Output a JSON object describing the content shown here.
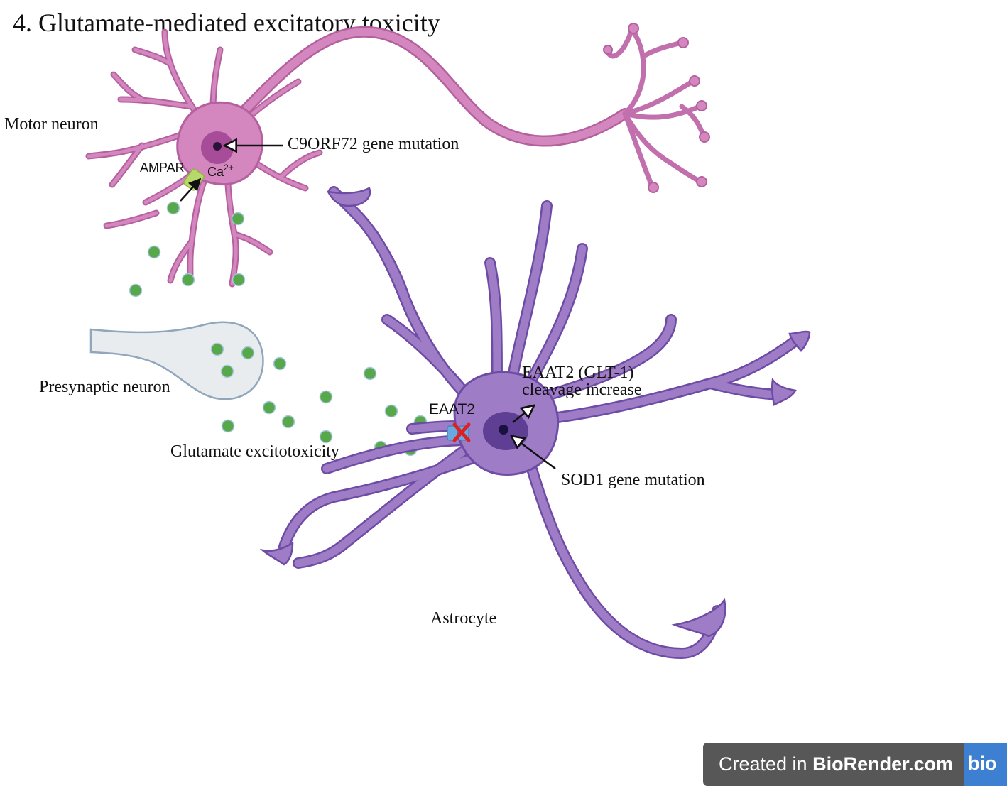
{
  "title": "4. Glutamate-mediated excitatory toxicity",
  "labels": {
    "motor_neuron": "Motor neuron",
    "c9orf72": "C9ORF72 gene mutation",
    "ampar": "AMPAR",
    "ca_base": "Ca",
    "ca_sup": "2+",
    "presynaptic": "Presynaptic neuron",
    "glutamate": "Glutamate excitotoxicity",
    "eaat2": "EAAT2",
    "eaat2_glt1": "EAAT2 (GLT-1)",
    "cleavage": "cleavage increase",
    "sod1": "SOD1 gene mutation",
    "astrocyte": "Astrocyte"
  },
  "badge": {
    "prefix": "Created in ",
    "brand": "BioRender.com",
    "logo": "bio"
  },
  "colors": {
    "motor_neuron_fill": "#d486bf",
    "motor_neuron_edge": "#b5609e",
    "motor_nucleus": "#a64c98",
    "astrocyte_fill": "#9e7cc6",
    "astrocyte_edge": "#6e4ca6",
    "astrocyte_nucleus": "#5e3f94",
    "glutamate_dot": "#57a84a",
    "presynaptic_fill": "#e9ecef",
    "blocked_x": "#e02020",
    "eaat2_transporter": "#6aa9e0",
    "ampar_receptor": "#b8d96a",
    "badge_bg": "#575757",
    "badge_logo_bg": "#3d7fd0"
  },
  "icons": [
    "blocked-x-icon",
    "arrow-icon",
    "biorender-logo-icon"
  ]
}
